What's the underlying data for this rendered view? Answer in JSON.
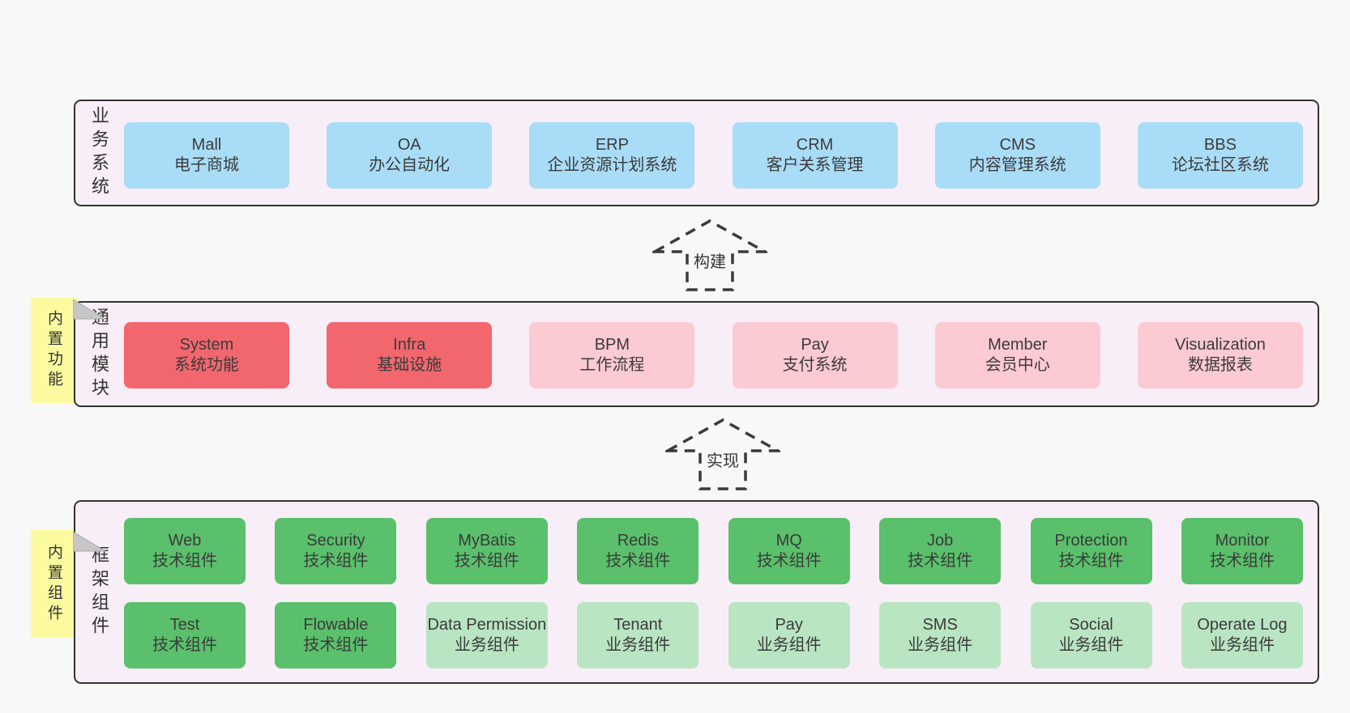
{
  "colors": {
    "page_bg": "#f8f8f8",
    "layer_bg": "#f8eef7",
    "layer_border": "#333333",
    "blue_box": "#a9dcf6",
    "red_box": "#f2676e",
    "pink_box": "#fccad3",
    "green_box": "#5ac06b",
    "lightgreen_box": "#b9e5c2",
    "sticky_bg": "#fcfa9f",
    "text": "#3b3b3b"
  },
  "business_layer": {
    "side_label": "业务系统",
    "items": [
      {
        "title": "Mall",
        "subtitle": "电子商城"
      },
      {
        "title": "OA",
        "subtitle": "办公自动化"
      },
      {
        "title": "ERP",
        "subtitle": "企业资源计划系统"
      },
      {
        "title": "CRM",
        "subtitle": "客户关系管理"
      },
      {
        "title": "CMS",
        "subtitle": "内容管理系统"
      },
      {
        "title": "BBS",
        "subtitle": "论坛社区系统"
      }
    ]
  },
  "arrow_build": {
    "label": "构建"
  },
  "module_layer": {
    "side_label": "通用模块",
    "sticky_label": "内置功能",
    "items": [
      {
        "title": "System",
        "subtitle": "系统功能",
        "variant": "red"
      },
      {
        "title": "Infra",
        "subtitle": "基础设施",
        "variant": "red"
      },
      {
        "title": "BPM",
        "subtitle": "工作流程",
        "variant": "pink"
      },
      {
        "title": "Pay",
        "subtitle": "支付系统",
        "variant": "pink"
      },
      {
        "title": "Member",
        "subtitle": "会员中心",
        "variant": "pink"
      },
      {
        "title": "Visualization",
        "subtitle": "数据报表",
        "variant": "pink"
      }
    ]
  },
  "arrow_implement": {
    "label": "实现"
  },
  "component_layer": {
    "side_label": "框架组件",
    "sticky_label": "内置组件",
    "row1": [
      {
        "title": "Web",
        "subtitle": "技术组件",
        "variant": "green"
      },
      {
        "title": "Security",
        "subtitle": "技术组件",
        "variant": "green"
      },
      {
        "title": "MyBatis",
        "subtitle": "技术组件",
        "variant": "green"
      },
      {
        "title": "Redis",
        "subtitle": "技术组件",
        "variant": "green"
      },
      {
        "title": "MQ",
        "subtitle": "技术组件",
        "variant": "green"
      },
      {
        "title": "Job",
        "subtitle": "技术组件",
        "variant": "green"
      },
      {
        "title": "Protection",
        "subtitle": "技术组件",
        "variant": "green"
      },
      {
        "title": "Monitor",
        "subtitle": "技术组件",
        "variant": "green"
      }
    ],
    "row2": [
      {
        "title": "Test",
        "subtitle": "技术组件",
        "variant": "green"
      },
      {
        "title": "Flowable",
        "subtitle": "技术组件",
        "variant": "green"
      },
      {
        "title": "Data Permission",
        "subtitle": "业务组件",
        "variant": "lightgreen"
      },
      {
        "title": "Tenant",
        "subtitle": "业务组件",
        "variant": "lightgreen"
      },
      {
        "title": "Pay",
        "subtitle": "业务组件",
        "variant": "lightgreen"
      },
      {
        "title": "SMS",
        "subtitle": "业务组件",
        "variant": "lightgreen"
      },
      {
        "title": "Social",
        "subtitle": "业务组件",
        "variant": "lightgreen"
      },
      {
        "title": "Operate Log",
        "subtitle": "业务组件",
        "variant": "lightgreen"
      }
    ]
  }
}
